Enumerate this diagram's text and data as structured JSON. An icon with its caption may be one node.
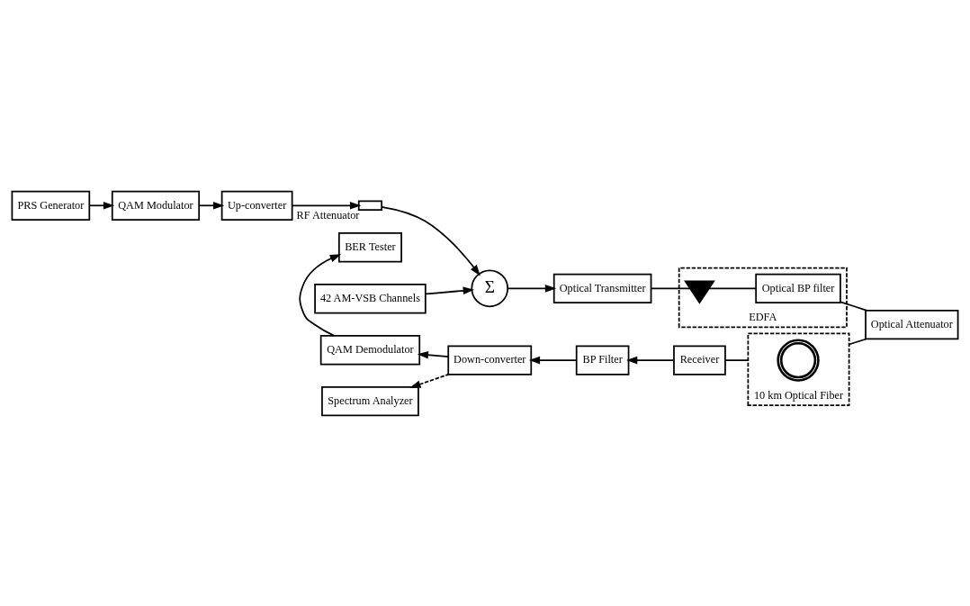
{
  "diagram": {
    "nodes": [
      {
        "text": [
          "PRS Generator"
        ]
      },
      {
        "text": [
          "QAM Modulator"
        ]
      },
      {
        "text": [
          "Up-converter"
        ]
      },
      {
        "text": [],
        "shape": "box",
        "beside": [
          "RF Attenuator"
        ]
      },
      {
        "text": [
          "Σ"
        ]
      },
      {
        "text": [
          "42 AM-VSB Channels"
        ]
      },
      {
        "text": [
          "Optical Transmitter"
        ]
      },
      {
        "text": [
          "EDFA"
        ]
      },
      {
        "text": [],
        "shape": "triangle",
        "in": 7
      },
      {
        "text": [
          "Optical BP filter"
        ],
        "in": 7
      },
      {
        "text": [
          "Optical Attenuator"
        ]
      },
      {
        "text": [
          "10 km Optical Fiber"
        ]
      },
      {
        "text": [],
        "shape": "picture",
        "in": 11
      },
      {
        "text": [
          "Receiver"
        ]
      },
      {
        "text": [
          "BP Filter"
        ]
      },
      {
        "text": [
          "Down-converter"
        ]
      },
      {
        "text": [
          "QAM Demodulator"
        ]
      },
      {
        "text": [
          "BER Tester"
        ]
      },
      {
        "text": [
          "Spectrum Analyzer"
        ]
      }
    ],
    "edges": [
      {
        "from": 0,
        "to": 1,
        "arrow": "to"
      },
      {
        "from": 1,
        "to": 2,
        "arrow": "to"
      },
      {
        "from": 2,
        "to": 3,
        "arrow": "to"
      },
      {
        "from": 3,
        "to": 4,
        "arrow": "to"
      },
      {
        "from": 5,
        "to": 4,
        "arrow": "to"
      },
      {
        "from": 4,
        "to": 6,
        "arrow": "to"
      },
      {
        "from": 6,
        "to": 8,
        "arrow": "none"
      },
      {
        "from": 8,
        "to": 9,
        "arrow": "none"
      },
      {
        "from": 9,
        "to": 10,
        "arrow": "none"
      },
      {
        "from": 10,
        "to": 11,
        "arrow": "none"
      },
      {
        "from": 11,
        "to": 13,
        "arrow": "none"
      },
      {
        "from": 13,
        "to": 14,
        "arrow": "to"
      },
      {
        "from": 14,
        "to": 15,
        "arrow": "to"
      },
      {
        "from": 15,
        "to": 16,
        "arrow": "to"
      },
      {
        "from": 16,
        "to": 17,
        "arrow": "to"
      },
      {
        "from": 15,
        "to": 18,
        "arrow": "to",
        "style": "dashed"
      }
    ]
  }
}
